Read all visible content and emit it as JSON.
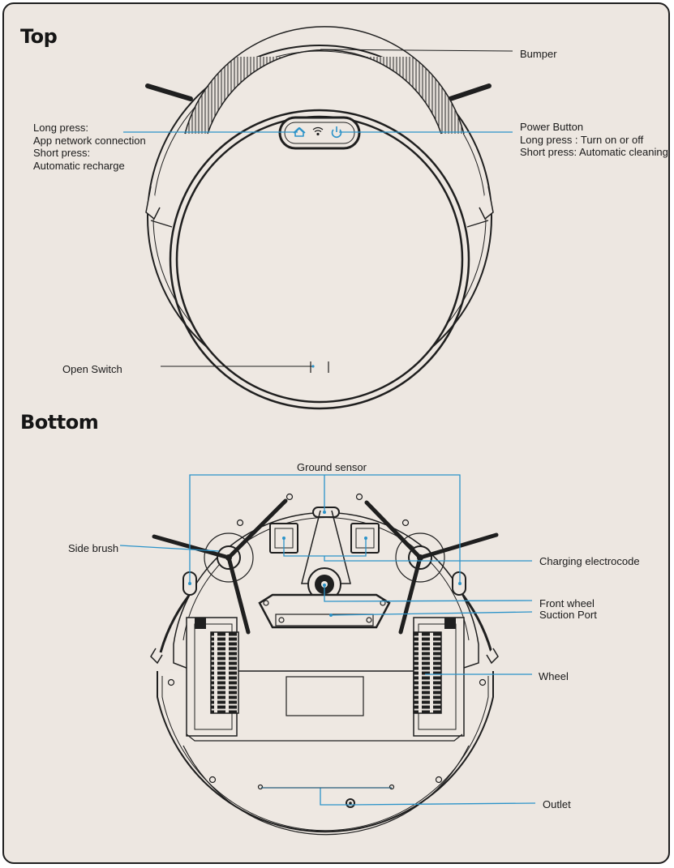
{
  "sections": {
    "top": "Top",
    "bottom": "Bottom"
  },
  "top_labels": {
    "bumper": "Bumper",
    "home_line1": "Long press:",
    "home_line2": "App network connection",
    "home_line3": "Short press:",
    "home_line4": "Automatic recharge",
    "power_line1": "Power Button",
    "power_line2": "Long press : Turn on or off",
    "power_line3": "Short press: Automatic cleaning",
    "open_switch": "Open Switch"
  },
  "bottom_labels": {
    "ground_sensor": "Ground sensor",
    "side_brush": "Side brush",
    "charging_electrode": "Charging electrocode",
    "front_wheel": "Front wheel",
    "suction_port": "Suction Port",
    "wheel": "Wheel",
    "outlet": "Outlet"
  },
  "icons": {
    "home": "home-icon",
    "wifi": "wifi-icon",
    "power": "power-icon"
  },
  "colors": {
    "background": "#ede7e1",
    "line_art": "#1f1f1f",
    "callout": "#2b93c9"
  }
}
